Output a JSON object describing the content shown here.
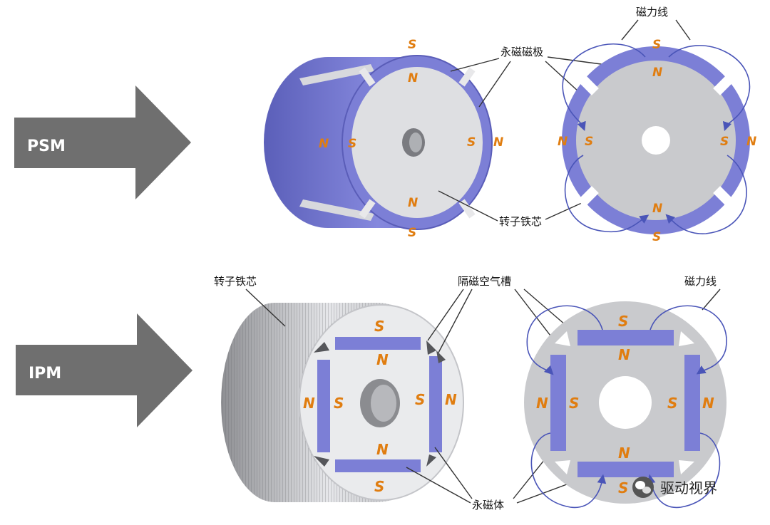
{
  "colors": {
    "magnet": "#7c7fd6",
    "magnet_dark": "#5a5db8",
    "core_face": "#dedfe2",
    "core_side": "#bfc0c4",
    "arrow": "#6f6f6f",
    "pole_label": "#e07d10",
    "flux_line": "#4a55b8"
  },
  "psm": {
    "arrow_label": "PSM",
    "labels": {
      "permanent_magnet_poles": "永磁磁极",
      "rotor_core": "转子铁芯",
      "flux_lines": "磁力线"
    },
    "poles3d": {
      "top_outer": "S",
      "top_inner": "N",
      "left_outer": "N",
      "left_inner": "S",
      "right_inner": "S",
      "right_outer": "N",
      "bottom_inner": "N",
      "bottom_outer": "S"
    },
    "poles2d": {
      "top_outer": "S",
      "top_inner": "N",
      "left_outer": "N",
      "left_inner": "S",
      "right_inner": "S",
      "right_outer": "N",
      "bottom_inner": "N",
      "bottom_outer": "S"
    }
  },
  "ipm": {
    "arrow_label": "IPM",
    "labels": {
      "rotor_core": "转子铁芯",
      "air_slots": "隔磁空气槽",
      "flux_lines": "磁力线",
      "permanent_magnet": "永磁体"
    },
    "poles3d": {
      "top_outer": "S",
      "top_inner": "N",
      "left_outer": "N",
      "left_inner": "S",
      "right_inner": "S",
      "right_outer": "N",
      "bottom_inner": "N",
      "bottom_outer": "S"
    },
    "poles2d": {
      "top_outer": "S",
      "top_inner": "N",
      "left_outer": "N",
      "left_inner": "S",
      "right_inner": "S",
      "right_outer": "N",
      "bottom_inner": "N",
      "bottom_outer": "S"
    }
  },
  "watermark": {
    "text": "驱动视界",
    "icon": "wechat-icon"
  }
}
